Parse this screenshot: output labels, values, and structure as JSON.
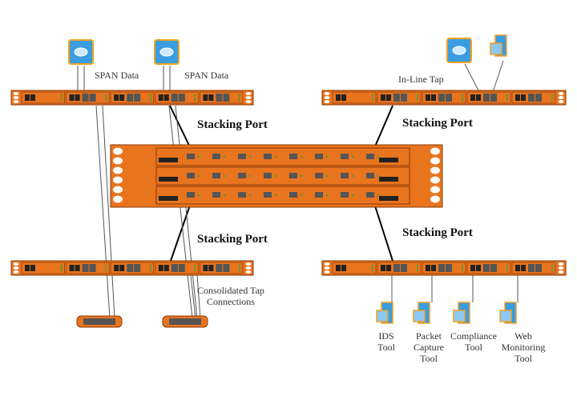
{
  "diagram": {
    "colors": {
      "chassis": "#E8741E",
      "chassis_dark": "#8a3a0a",
      "port": "#555555",
      "led": "#3aa33a",
      "icon_blue": "#3a9de0",
      "icon_border": "#f0a020"
    },
    "stacking_label": "Stacking Port",
    "top_left": {
      "labels": [
        "SPAN Data",
        "SPAN Data"
      ]
    },
    "top_right": {
      "label": "In-Line Tap"
    },
    "bottom_left": {
      "label_line1": "Consolidated Tap",
      "label_line2": "Connections"
    },
    "bottom_right": {
      "tools": [
        {
          "lines": [
            "IDS",
            "Tool",
            ""
          ]
        },
        {
          "lines": [
            "Packet",
            "Capture",
            "Tool"
          ]
        },
        {
          "lines": [
            "Compliance",
            "Tool",
            ""
          ]
        },
        {
          "lines": [
            "Web",
            "Monitoring",
            "Tool"
          ]
        }
      ]
    }
  }
}
